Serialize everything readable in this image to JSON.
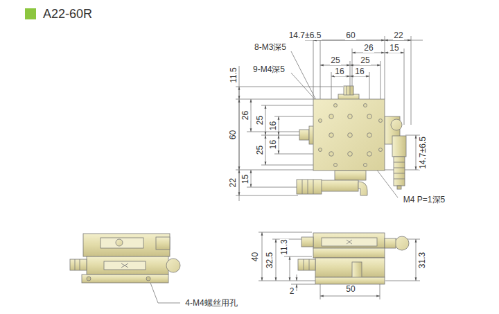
{
  "diagram": {
    "title": "A22-60R",
    "labels": [
      "14.7±6.5",
      "60",
      "22",
      "8-M3深5",
      "26",
      "15",
      "9-M4深5",
      "25",
      "25",
      "11.5",
      "16",
      "16",
      "26",
      "25",
      "16",
      "60",
      "16",
      "25",
      "14.7±6.5",
      "22",
      "15",
      "M4 P=1深5",
      "4-M4螺丝用孔",
      "40",
      "32.5",
      "11.3",
      "31.3",
      "2",
      "50"
    ]
  }
}
